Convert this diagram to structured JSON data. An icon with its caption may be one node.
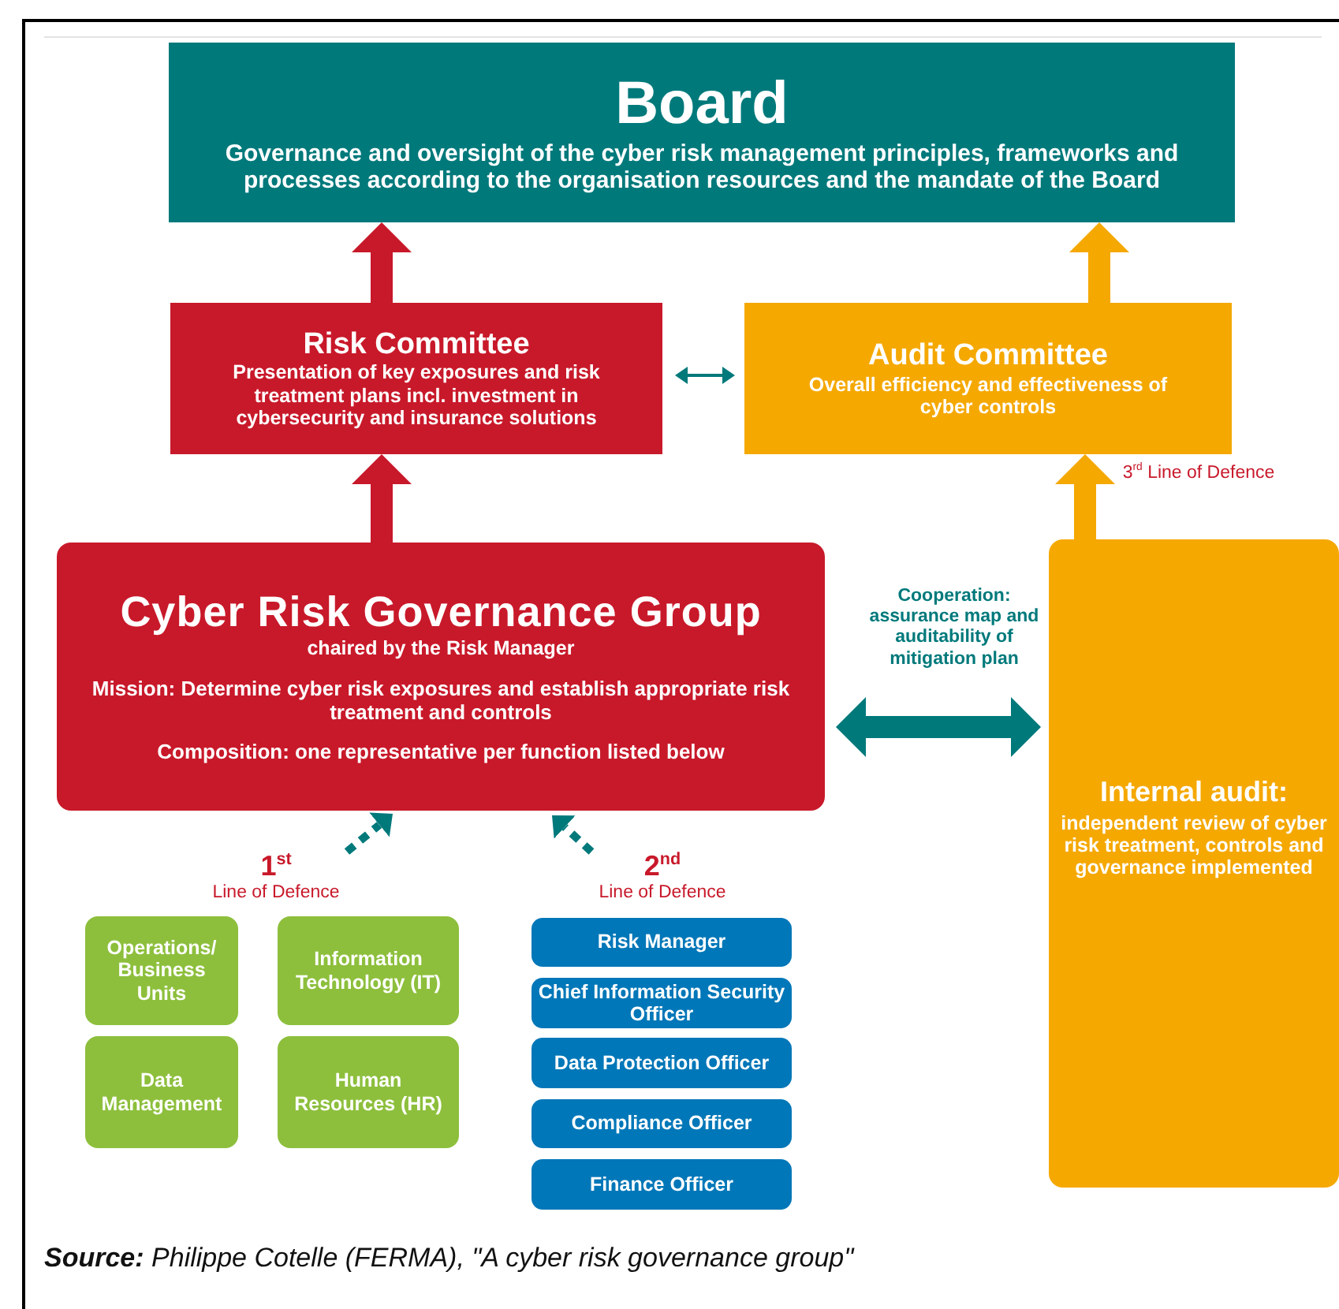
{
  "diagram": {
    "caption": "**Source:** Philippe Cotelle (FERMA), \"A cyber risk governance group\"",
    "nodes": [
      {
        "text": [
          "Board",
          "Governance and oversight of the cyber risk management principles, frameworks and processes according to the organisation resources and the mandate of the Board"
        ]
      },
      {
        "text": [
          "Risk Committee",
          "Presentation of key exposures and risk treatment plans incl. investment in cybersecurity and insurance solutions"
        ]
      },
      {
        "text": [
          "Audit Committee",
          "Overall efficiency and effectiveness of cyber controls"
        ]
      },
      {
        "text": [
          "Cyber Risk Governance Group",
          "chaired by the Risk Manager",
          "Mission: Determine cyber risk exposures and establish appropriate risk treatment and controls",
          "Composition: one representative per function listed below"
        ]
      },
      {
        "text": [
          "Internal audit:",
          "independent review of cyber risk treatment, controls and governance implemented"
        ]
      },
      {
        "text": [
          "1$^{st}$",
          "Line of Defence"
        ]
      },
      {
        "text": [
          "2$^{nd}$",
          "Line of Defence"
        ]
      },
      {
        "text": [
          "Operations/ Business Units"
        ]
      },
      {
        "text": [
          "Information Technology (IT)"
        ]
      },
      {
        "text": [
          "Data Management"
        ]
      },
      {
        "text": [
          "Human Resources (HR)"
        ]
      },
      {
        "text": [
          "Risk Manager"
        ]
      },
      {
        "text": [
          "Chief Information Security Officer"
        ]
      },
      {
        "text": [
          "Data Protection Officer"
        ]
      },
      {
        "text": [
          "Compliance Officer"
        ]
      },
      {
        "text": [
          "Finance Officer"
        ]
      }
    ],
    "edges": [
      {
        "from": 1,
        "to": 0,
        "arrow": "to",
        "color": "#c8192a"
      },
      {
        "from": 2,
        "to": 0,
        "arrow": "to",
        "color": "#f5a800"
      },
      {
        "from": 1,
        "to": 2,
        "arrow": "both"
      },
      {
        "from": 3,
        "to": 1,
        "arrow": "to",
        "color": "#c8192a"
      },
      {
        "from": 4,
        "to": 2,
        "arrow": "to",
        "color": "#f5a800",
        "label": "3$^{rd}$ Line of Defence"
      },
      {
        "from": 3,
        "to": 4,
        "arrow": "both",
        "label": "Cooperation: assurance map and auditability of mitigation plan"
      },
      {
        "from": 5,
        "to": 3,
        "arrow": "to",
        "style": "dashed"
      },
      {
        "from": 6,
        "to": 3,
        "arrow": "to",
        "style": "dashed"
      }
    ]
  }
}
